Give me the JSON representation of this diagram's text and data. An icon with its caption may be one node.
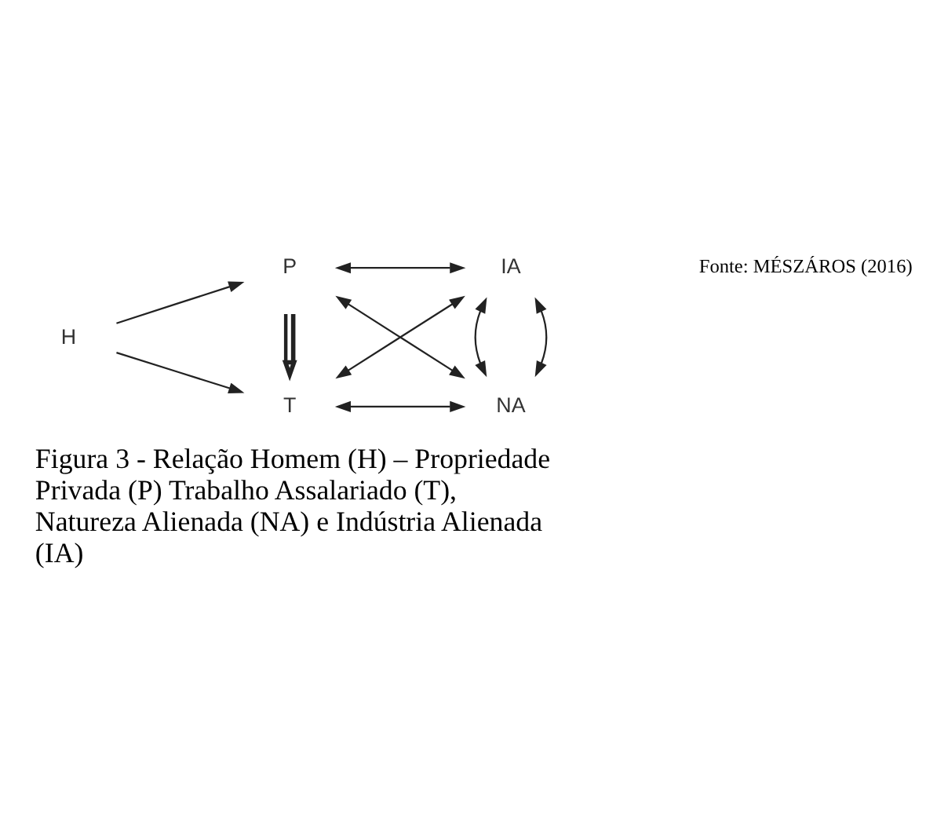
{
  "diagram": {
    "caption": "Figura 3 - Relação Homem (H) – Propriedade Privada (P) Trabalho Assalariado (T), Natureza Alienada (NA) e Indústria Alienada (IA)",
    "nodes": [
      {
        "text": [
          "H"
        ]
      },
      {
        "text": [
          "P"
        ]
      },
      {
        "text": [
          "T"
        ]
      },
      {
        "text": [
          "NA"
        ]
      },
      {
        "text": [
          "IA"
        ]
      }
    ],
    "edges": [
      {
        "from": 0,
        "to": 1,
        "arrow": "to"
      },
      {
        "from": 0,
        "to": 2,
        "arrow": "to"
      },
      {
        "from": 1,
        "to": 2,
        "arrow": "both",
        "style": "thick"
      },
      {
        "from": 1,
        "to": 3,
        "arrow": "both"
      },
      {
        "from": 2,
        "to": 3,
        "arrow": "both"
      },
      {
        "from": 1,
        "to": 4,
        "arrow": "both"
      },
      {
        "from": 2,
        "to": 4,
        "arrow": "both"
      },
      {
        "from": 4,
        "to": 3,
        "arrow": "both"
      },
      {
        "from": 4,
        "to": 3,
        "arrow": "both"
      }
    ],
    "labels": [
      "Fonte: MÉSZÁROS (2016)"
    ]
  }
}
